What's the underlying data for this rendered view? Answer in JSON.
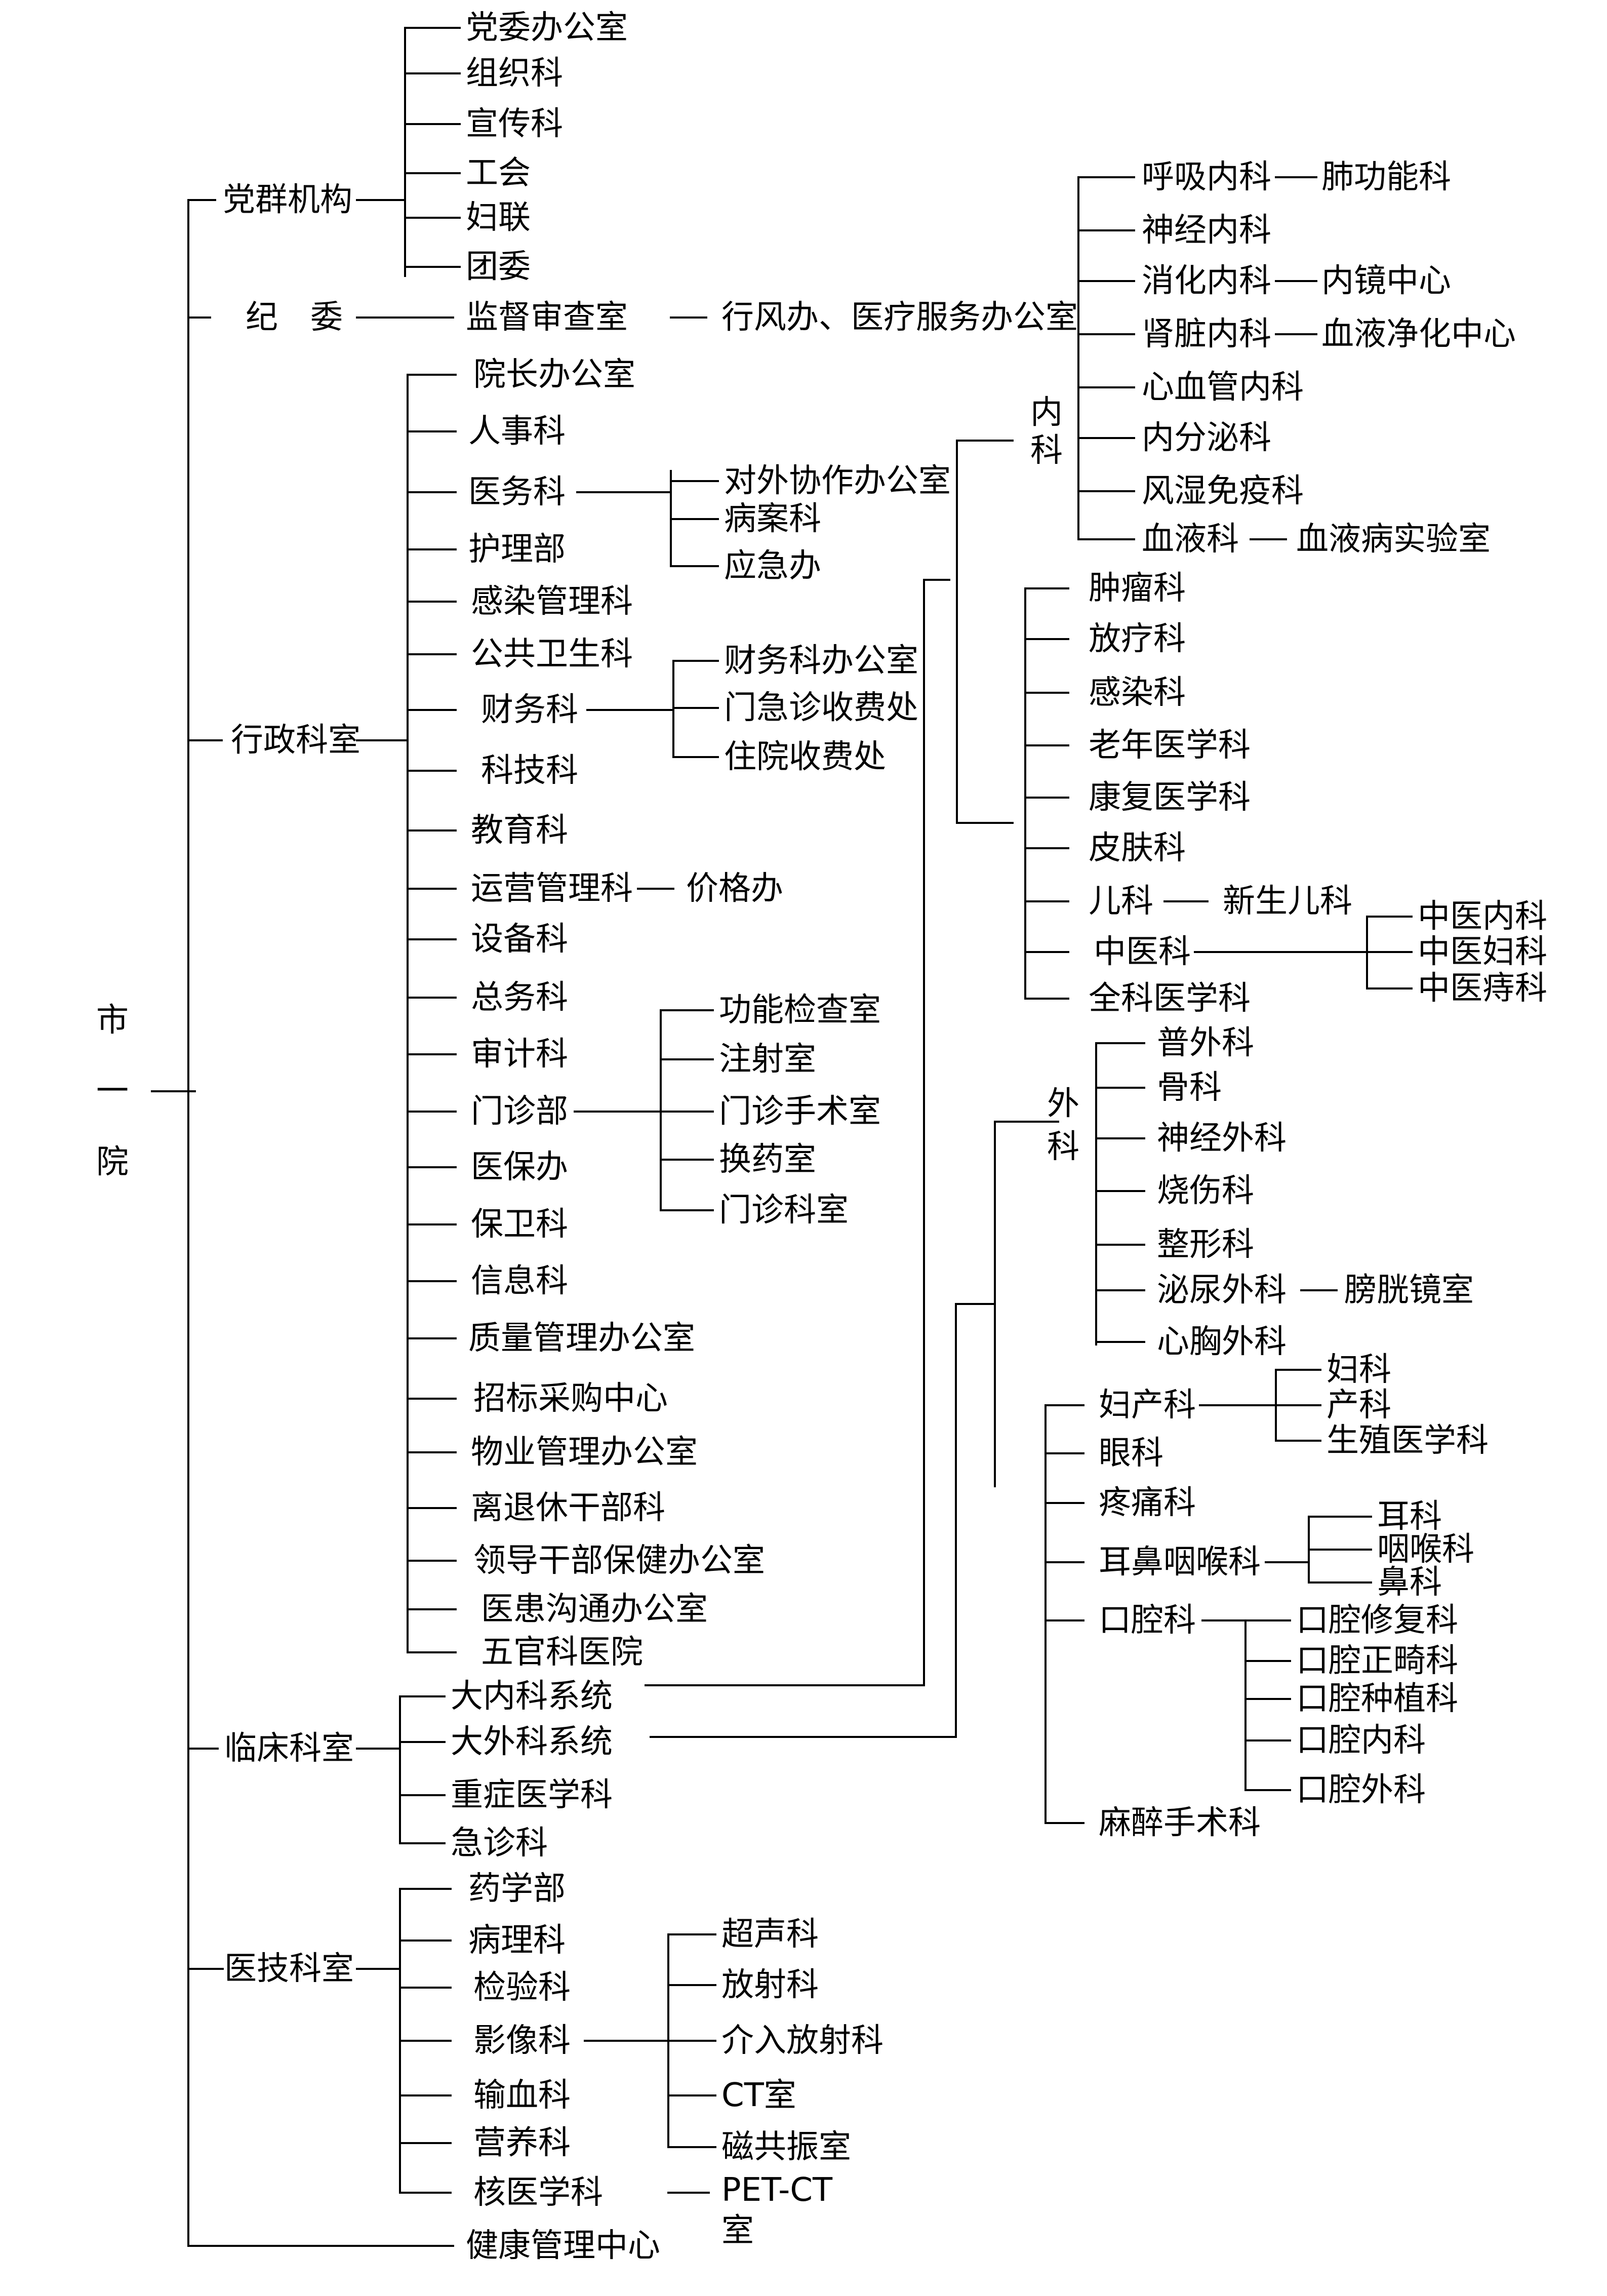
{
  "root": [
    "市",
    "一",
    "院"
  ],
  "groups": {
    "party": "党群机构",
    "discipline": "纪　委",
    "admin": "行政科室",
    "clinical": "临床科室",
    "medtech": "医技科室",
    "health": "健康管理中心"
  },
  "party_items": [
    "党委办公室",
    "组织科",
    "宣传科",
    "工会",
    "妇联",
    "团委"
  ],
  "discipline_items": [
    "监督审查室",
    "行风办、医疗服务办公室"
  ],
  "admin_items": [
    "院长办公室",
    "人事科",
    "医务科",
    "护理部",
    "感染管理科",
    "公共卫生科",
    "财务科",
    "科技科",
    "教育科",
    "运营管理科",
    "设备科",
    "总务科",
    "审计科",
    "门诊部",
    "医保办",
    "保卫科",
    "信息科",
    "质量管理办公室",
    "招标采购中心",
    "物业管理办公室",
    "离退休干部科",
    "领导干部保健办公室",
    "医患沟通办公室",
    "五官科医院"
  ],
  "medical_affairs_sub": [
    "对外协作办公室",
    "病案科",
    "应急办"
  ],
  "finance_sub": [
    "财务科办公室",
    "门急诊收费处",
    "住院收费处"
  ],
  "operations_sub": [
    "价格办"
  ],
  "outpatient_sub": [
    "功能检查室",
    "注射室",
    "门诊手术室",
    "换药室",
    "门诊科室"
  ],
  "clinical_items": [
    "大内科系统",
    "大外科系统",
    "重症医学科",
    "急诊科"
  ],
  "internal": {
    "label": [
      "内",
      "科"
    ],
    "items": [
      "呼吸内科",
      "神经内科",
      "消化内科",
      "肾脏内科",
      "心血管内科",
      "内分泌科",
      "风湿免疫科",
      "血液科"
    ],
    "subs": [
      "肺功能科",
      "内镜中心",
      "血液净化中心",
      "血液病实验室"
    ]
  },
  "internal_other": [
    "肿瘤科",
    "放疗科",
    "感染科",
    "老年医学科",
    "康复医学科",
    "皮肤科",
    "儿科",
    "中医科",
    "全科医学科"
  ],
  "pediatrics_sub": [
    "新生儿科"
  ],
  "tcm_sub": [
    "中医内科",
    "中医妇科",
    "中医痔科"
  ],
  "surgical": {
    "label": [
      "外",
      "科"
    ],
    "items": [
      "普外科",
      "骨科",
      "神经外科",
      "烧伤科",
      "整形科",
      "泌尿外科",
      "心胸外科"
    ],
    "subs": [
      "膀胱镜室"
    ]
  },
  "surgical_other": [
    "妇产科",
    "眼科",
    "疼痛科",
    "耳鼻咽喉科",
    "口腔科",
    "麻醉手术科"
  ],
  "obgyn_sub": [
    "妇科",
    "产科",
    "生殖医学科"
  ],
  "ent_sub": [
    "耳科",
    "咽喉科",
    "鼻科"
  ],
  "dental_sub": [
    "口腔修复科",
    "口腔正畸科",
    "口腔种植科",
    "口腔内科",
    "口腔外科"
  ],
  "medtech_items": [
    "药学部",
    "病理科",
    "检验科",
    "影像科",
    "输血科",
    "营养科",
    "核医学科"
  ],
  "imaging_sub": [
    "超声科",
    "放射科",
    "介入放射科",
    "CT室",
    "磁共振室"
  ],
  "nuclear_sub": [
    "PET-CT",
    "室"
  ]
}
